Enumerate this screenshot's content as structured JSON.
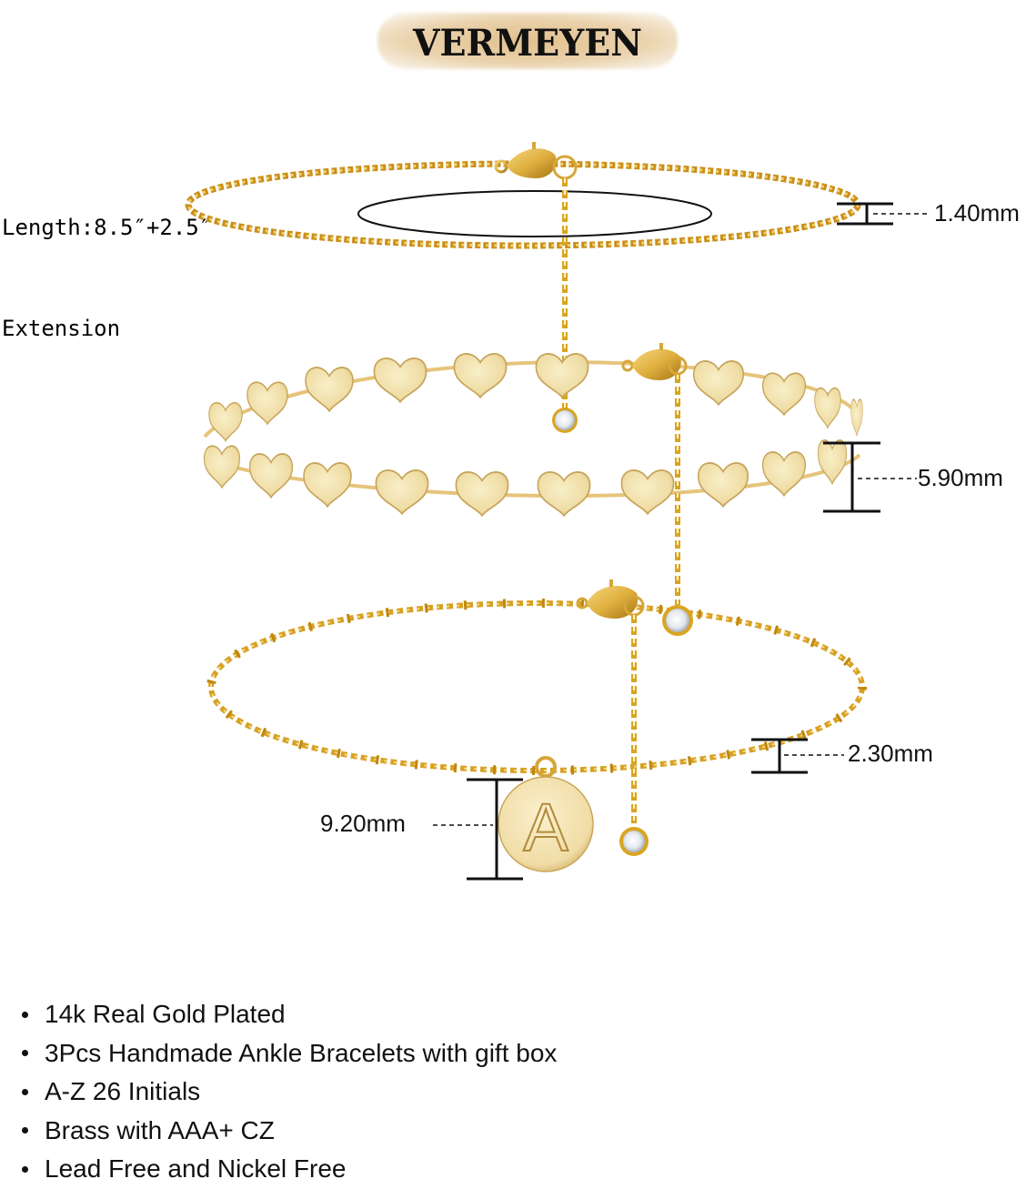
{
  "brand": {
    "name": "VERMEYEN",
    "banner_color": "#e6c99c"
  },
  "length_label": {
    "line1": "Length:8.5″+2.5″",
    "line2": "Extension"
  },
  "dimensions": {
    "twist_chain_width": "1.40mm",
    "heart_width": "5.90mm",
    "bead_chain_width": "2.30mm",
    "initial_disc_diameter": "9.20mm"
  },
  "products": [
    {
      "name": "twist-chain-anklet"
    },
    {
      "name": "heart-link-anklet",
      "charm": "cz-stone"
    },
    {
      "name": "initial-bead-anklet",
      "initial": "A",
      "charm": "cz-stone"
    }
  ],
  "initial_letter": "A",
  "features": [
    "14k Real Gold Plated",
    "3Pcs Handmade Ankle Bracelets with gift box",
    "A-Z 26 Initials",
    "Brass with AAA+ CZ",
    "Lead Free and Nickel Free"
  ],
  "colors": {
    "gold": "#d9a520",
    "gold_light": "#f0dca0",
    "heart_fill": "#f2e3b0",
    "text": "#111111",
    "background": "#ffffff"
  }
}
